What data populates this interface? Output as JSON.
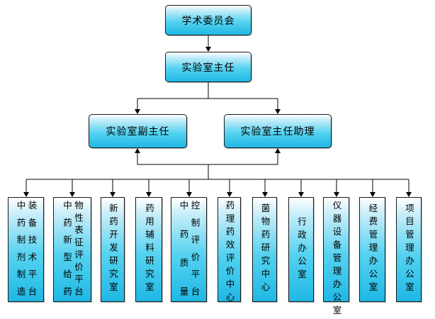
{
  "top_boxes": {
    "committee": "学术委员会",
    "director": "实验室主任",
    "deputy": "实验室副主任",
    "assistant": "实验室主任助理"
  },
  "units": [
    {
      "name": "中药制剂制造装备技术平台",
      "columns": [
        "中药制剂制造",
        "装备技术平台"
      ]
    },
    {
      "name": "中药新型给药物性表征评价平台",
      "columns": [
        "中药新型给药",
        "物性表征评价平台"
      ]
    },
    {
      "name": "新药开发研究室",
      "columns": [
        "新药开发研究室"
      ]
    },
    {
      "name": "药用辅料研究室",
      "columns": [
        "药用辅料研究室"
      ]
    },
    {
      "name": "中药质量控制评价平台",
      "columns": [
        "中药质量",
        "控制评价平台"
      ]
    },
    {
      "name": "药理药效评价中心",
      "columns": [
        "药理药效评价中心"
      ]
    },
    {
      "name": "菌物药研究中心",
      "columns": [
        "菌物药研究中心"
      ]
    },
    {
      "name": "行政办公室",
      "columns": [
        "行政办公室"
      ]
    },
    {
      "name": "仪器设备管理办公室",
      "columns": [
        "仪器设备管理办公室"
      ]
    },
    {
      "name": "经费管理办公室",
      "columns": [
        "经费管理办公室"
      ]
    },
    {
      "name": "项目管理办公室",
      "columns": [
        "项目管理办公室"
      ]
    }
  ]
}
